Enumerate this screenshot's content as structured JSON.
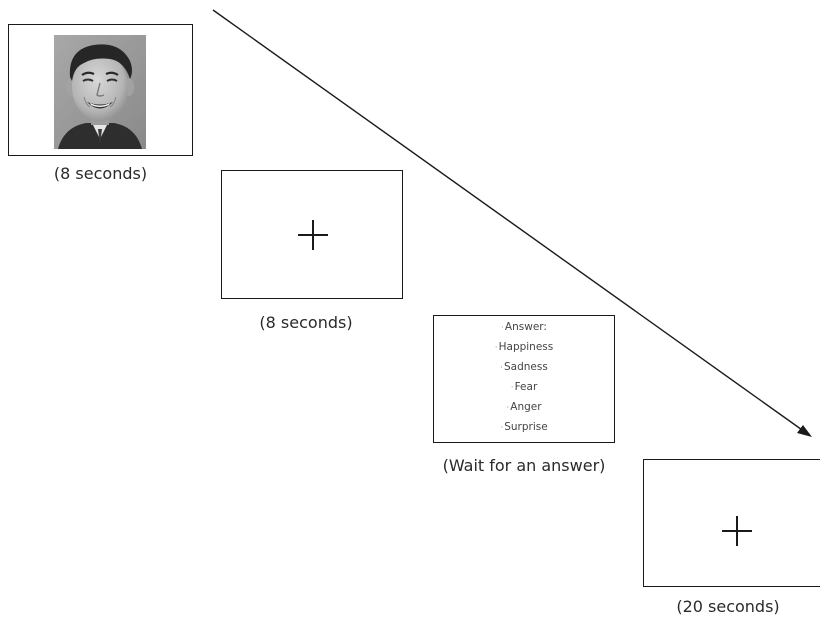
{
  "diagram": {
    "steps": [
      {
        "id": "face",
        "content": "face-photo",
        "caption": "(8 seconds)"
      },
      {
        "id": "fixation-1",
        "content": "fixation-cross",
        "caption": "(8 seconds)"
      },
      {
        "id": "answer",
        "content": "answer-options",
        "heading": "Answer:",
        "options": [
          "Happiness",
          "Sadness",
          "Fear",
          "Anger",
          "Surprise"
        ],
        "caption": "(Wait for an answer)"
      },
      {
        "id": "fixation-2",
        "content": "fixation-cross",
        "caption": "(20 seconds)"
      }
    ],
    "arrow": {
      "meaning": "time progression",
      "icon": "arrow-icon"
    },
    "colors": {
      "line": "#1a1a1a",
      "text": "#2a2a2a",
      "photo": "grayscale"
    }
  }
}
